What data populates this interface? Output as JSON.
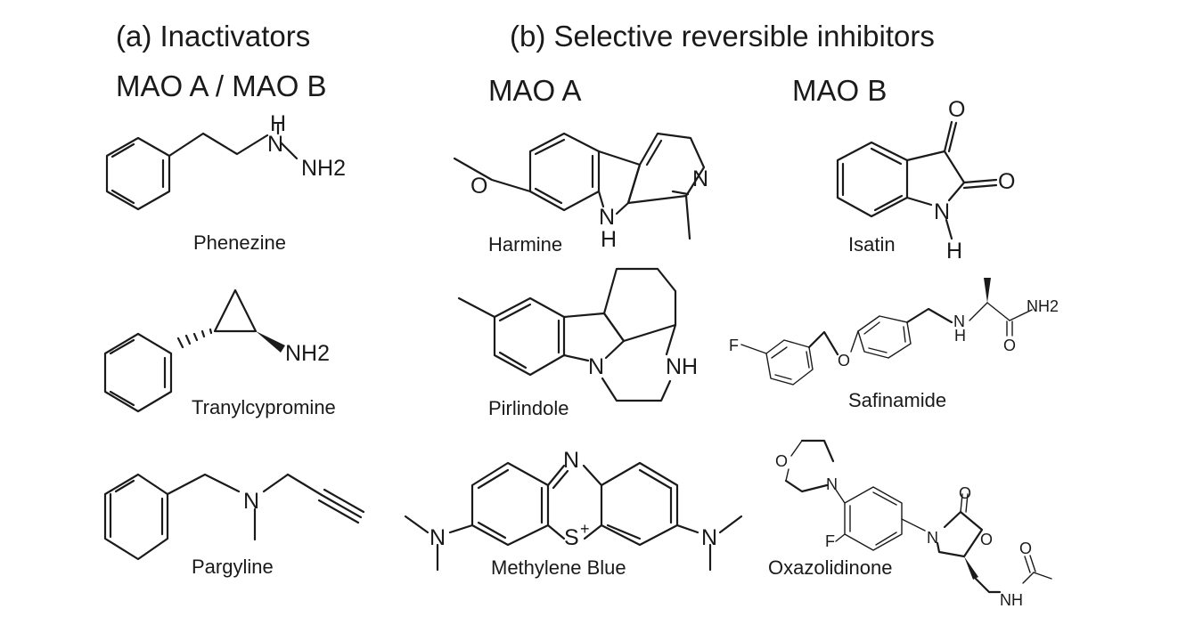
{
  "headings": {
    "inactivators": "(a) Inactivators",
    "selective": "(b) Selective reversible inhibitors",
    "mao_a_b": "MAO A / MAO B",
    "mao_a": "MAO A",
    "mao_b": "MAO B"
  },
  "compounds": {
    "phenezine": {
      "name": "Phenezine",
      "atoms": {
        "h": "H",
        "n": "N",
        "nh2": "NH2"
      }
    },
    "tranylcypromine": {
      "name": "Tranylcypromine",
      "atoms": {
        "nh2": "NH2"
      }
    },
    "pargyline": {
      "name": "Pargyline",
      "atoms": {
        "n": "N"
      }
    },
    "harmine": {
      "name": "Harmine",
      "atoms": {
        "o": "O",
        "n_ring": "N",
        "n_h": "N",
        "h": "H"
      }
    },
    "pirlindole": {
      "name": "Pirlindole",
      "atoms": {
        "n": "N",
        "nh": "NH"
      }
    },
    "methylene_blue": {
      "name": "Methylene Blue",
      "atoms": {
        "n_top": "N",
        "s": "S",
        "plus": "+",
        "n_left": "N",
        "n_right": "N"
      }
    },
    "isatin": {
      "name": "Isatin",
      "atoms": {
        "o1": "O",
        "o2": "O",
        "n": "N",
        "h": "H"
      }
    },
    "safinamide": {
      "name": "Safinamide",
      "atoms": {
        "f": "F",
        "o": "O",
        "n": "N",
        "h": "H",
        "nh2": "NH2",
        "o2": "O"
      }
    },
    "oxazolidinone": {
      "name": "Oxazolidinone",
      "atoms": {
        "o_morph": "O",
        "n_morph": "N",
        "f": "F",
        "n_ring": "N",
        "o_carbonyl": "O",
        "o_ring": "O",
        "nh": "NH",
        "o_amide": "O"
      }
    }
  }
}
